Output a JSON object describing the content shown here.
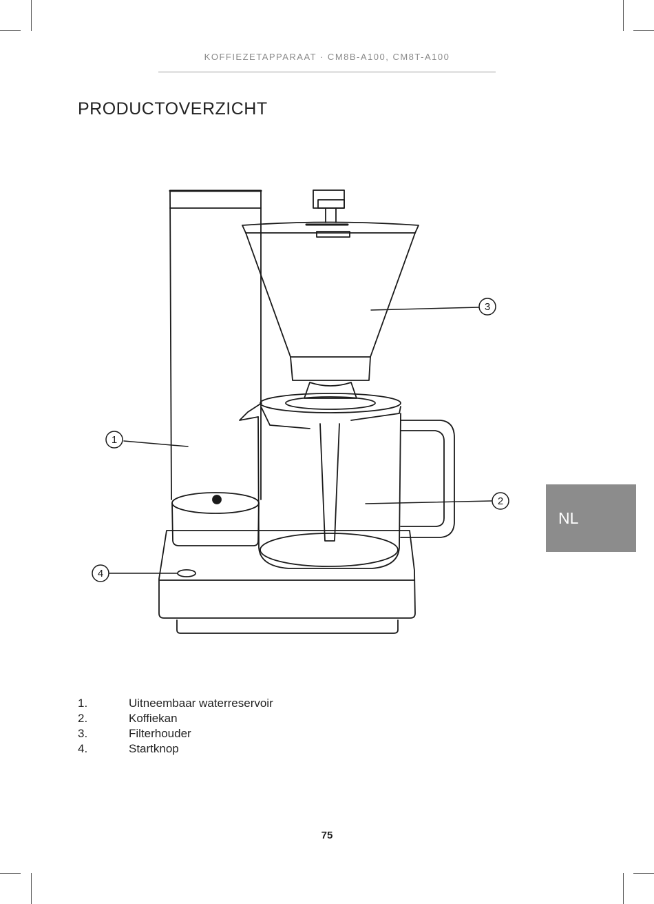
{
  "running_head": "KOFFIEZETAPPARAAT · CM8B-A100, CM8T-A100",
  "title": "PRODUCTOVERZICHT",
  "callouts": [
    "1",
    "2",
    "3",
    "4"
  ],
  "parts": [
    {
      "num": "1.",
      "label": "Uitneembaar waterreservoir"
    },
    {
      "num": "2.",
      "label": "Koffiekan"
    },
    {
      "num": "3.",
      "label": "Filterhouder"
    },
    {
      "num": "4.",
      "label": "Startknop"
    }
  ],
  "language_tab": "NL",
  "page_number": "75"
}
